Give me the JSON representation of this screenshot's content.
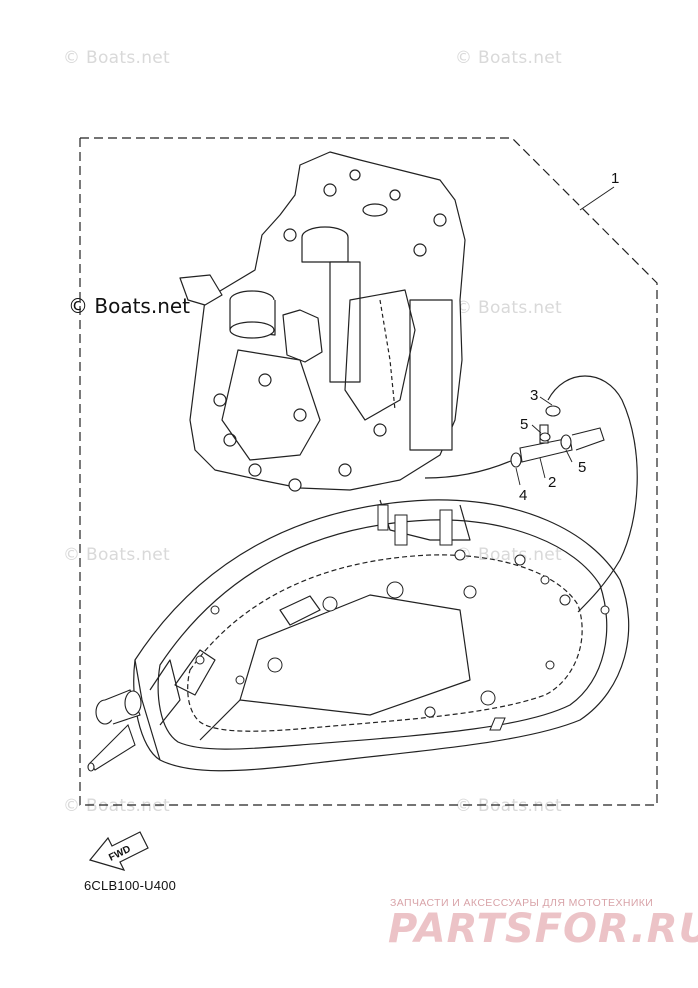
{
  "watermarks": [
    "© Boats.net",
    "© Boats.net",
    "© Boats.net",
    "© Boats.net",
    "© Boats.net",
    "© Boats.net",
    "© Boats.net",
    "© Boats.net"
  ],
  "brand_watermark": "© Boats.net",
  "callouts": {
    "c1": "1",
    "c2": "2",
    "c3": "3",
    "c4": "4",
    "c5a": "5",
    "c5b": "5"
  },
  "fwd_label": "FWD",
  "part_code": "6CLB100-U400",
  "promo": {
    "tagline": "ЗАПЧАСТИ И АКСЕССУАРЫ ДЛЯ МОТОТЕХНИКИ",
    "logo": "PARTSFOR.RU"
  }
}
